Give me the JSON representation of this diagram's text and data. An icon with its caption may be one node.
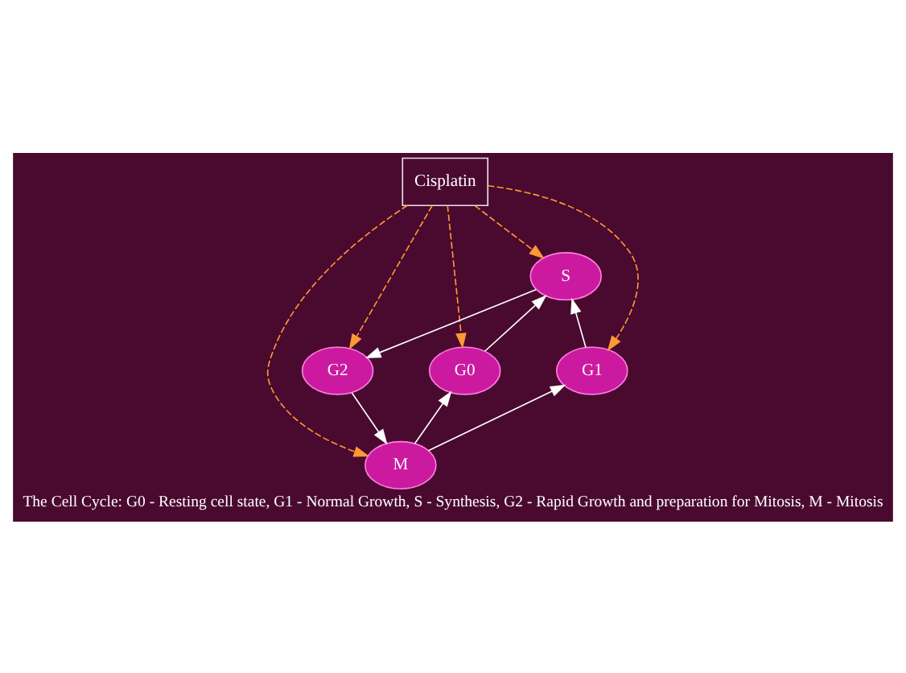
{
  "diagram": {
    "caption": "The Cell Cycle: G0 - Resting cell state, G1 - Normal Growth, S - Synthesis, G2 - Rapid Growth and preparation for Mitosis, M - Mitosis",
    "nodes": [
      {
        "text": [
          "Cisplatin"
        ]
      },
      {
        "text": [
          "S"
        ]
      },
      {
        "text": [
          "G0"
        ]
      },
      {
        "text": [
          "G1"
        ]
      },
      {
        "text": [
          "G2"
        ]
      },
      {
        "text": [
          "M"
        ]
      }
    ],
    "edges": [
      {
        "from": 0,
        "to": 2,
        "arrow": "to",
        "style": "dashed",
        "color": "#ff9933"
      },
      {
        "from": 0,
        "to": 3,
        "arrow": "to",
        "style": "dashed",
        "color": "#ff9933"
      },
      {
        "from": 0,
        "to": 1,
        "arrow": "to",
        "style": "dashed",
        "color": "#ff9933"
      },
      {
        "from": 0,
        "to": 5,
        "arrow": "to",
        "style": "dashed",
        "color": "#ff9933"
      },
      {
        "from": 0,
        "to": 4,
        "arrow": "to",
        "style": "dashed",
        "color": "#ff9933"
      },
      {
        "from": 2,
        "to": 1,
        "arrow": "to"
      },
      {
        "from": 3,
        "to": 1,
        "arrow": "to"
      },
      {
        "from": 1,
        "to": 4,
        "arrow": "to"
      },
      {
        "from": 4,
        "to": 5,
        "arrow": "to"
      },
      {
        "from": 5,
        "to": 2,
        "arrow": "to"
      },
      {
        "from": 5,
        "to": 3,
        "arrow": "to"
      }
    ]
  }
}
